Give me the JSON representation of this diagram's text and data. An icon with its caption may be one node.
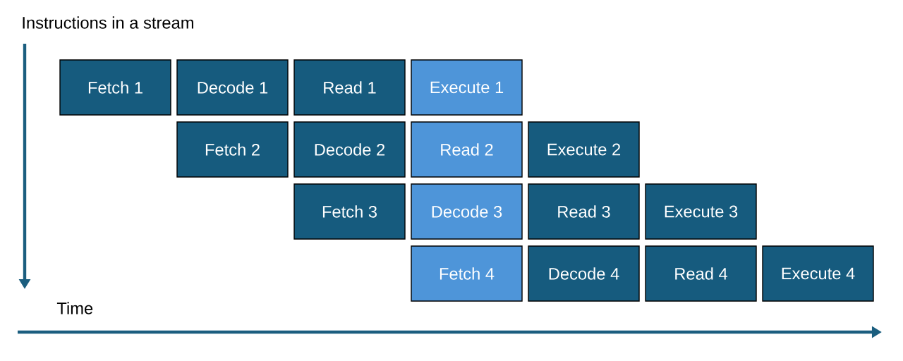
{
  "diagram": {
    "nodes": [
      {
        "text": [
          "Fetch 1"
        ]
      },
      {
        "text": [
          "Decode 1"
        ]
      },
      {
        "text": [
          "Read 1"
        ]
      },
      {
        "text": [
          "Execute 1"
        ]
      },
      {
        "text": [
          "Fetch 2"
        ]
      },
      {
        "text": [
          "Decode 2"
        ]
      },
      {
        "text": [
          "Read 2"
        ]
      },
      {
        "text": [
          "Execute 2"
        ]
      },
      {
        "text": [
          "Fetch 3"
        ]
      },
      {
        "text": [
          "Decode 3"
        ]
      },
      {
        "text": [
          "Read 3"
        ]
      },
      {
        "text": [
          "Execute 3"
        ]
      },
      {
        "text": [
          "Fetch 4"
        ]
      },
      {
        "text": [
          "Decode 4"
        ]
      },
      {
        "text": [
          "Read 4"
        ]
      },
      {
        "text": [
          "Execute 4"
        ]
      }
    ],
    "edges": [],
    "labels": [
      "Instructions in a stream",
      "Time"
    ]
  }
}
